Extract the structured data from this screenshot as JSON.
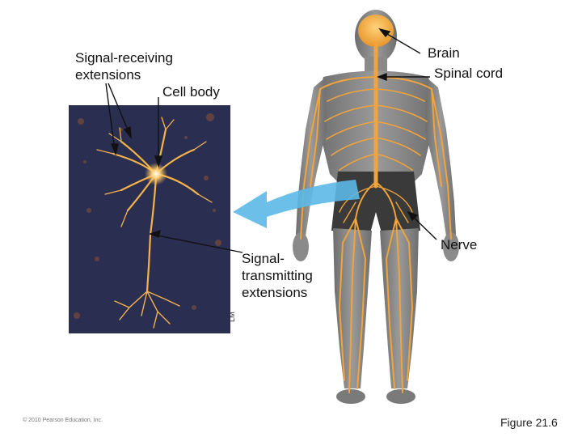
{
  "labels": {
    "brain": "Brain",
    "spinal_cord": "Spinal cord",
    "signal_receiving": "Signal-receiving\nextensions",
    "cell_body": "Cell body",
    "nerve": "Nerve",
    "signal_transmitting": "Signal-\ntransmitting\nextensions",
    "micrograph_tag": "LM"
  },
  "copyright": "© 2010 Pearson Education, Inc.",
  "figure_number": "Figure 21.6",
  "colors": {
    "nerve_orange": "#f2a33a",
    "body_gray": "#8a8a8a",
    "micrograph_bg": "#2a2f52",
    "neuron_glow": "#f6b24a",
    "arrow_blue": "#5bb8e6"
  }
}
